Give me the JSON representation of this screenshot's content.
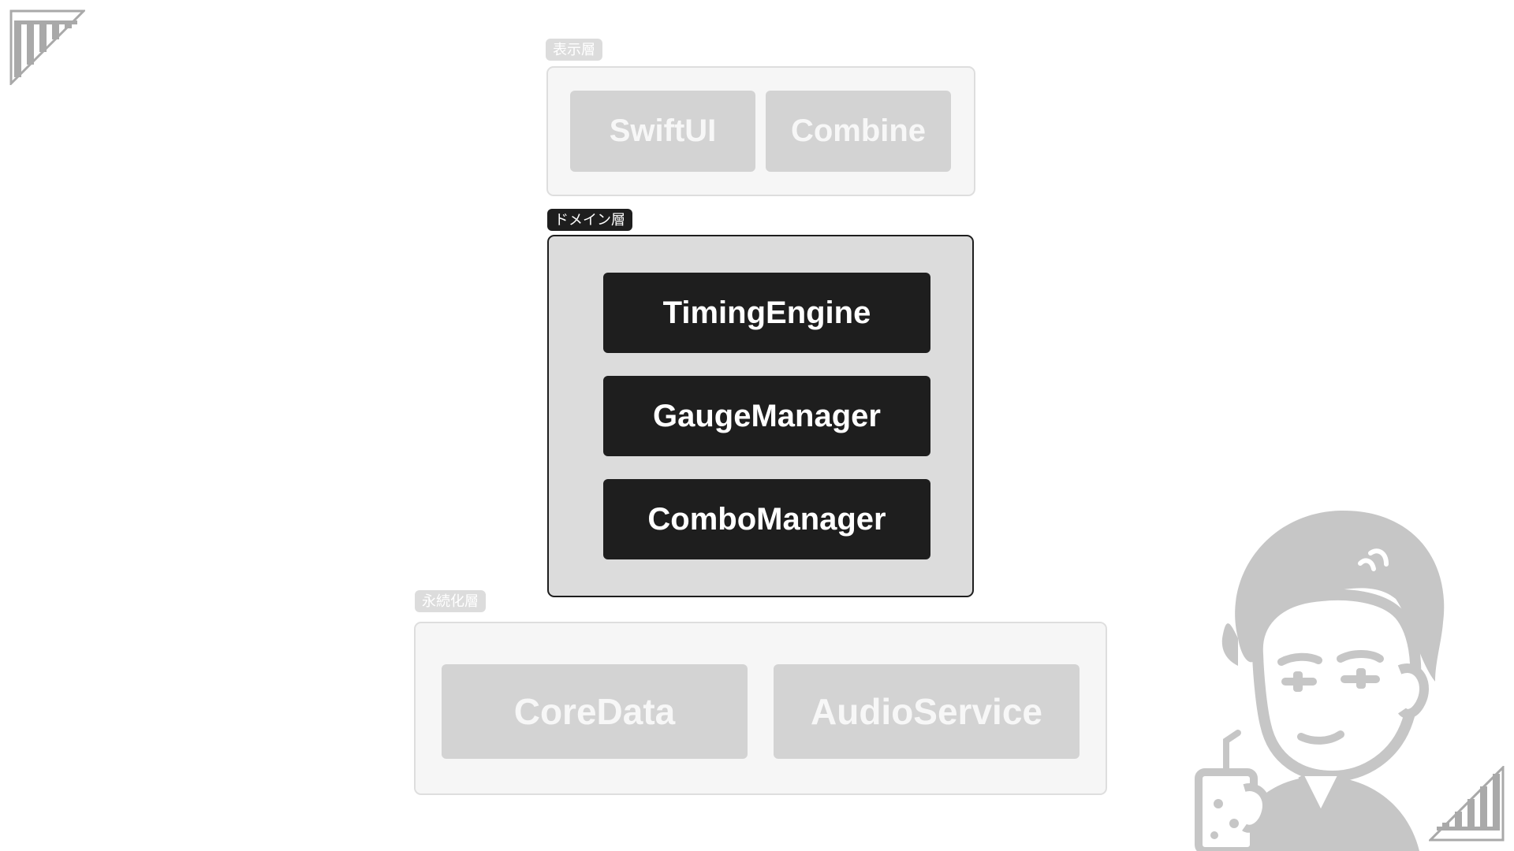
{
  "layers": {
    "presentation": {
      "label": "表示層",
      "components": [
        "SwiftUI",
        "Combine"
      ]
    },
    "domain": {
      "label": "ドメイン層",
      "components": [
        "TimingEngine",
        "GaugeManager",
        "ComboManager"
      ]
    },
    "persistence": {
      "label": "永続化層",
      "components": [
        "CoreData",
        "AudioService"
      ]
    }
  },
  "colors": {
    "highlight": "#1e1e1e",
    "muted_fill": "#d3d3d3",
    "panel_bg": "#f6f6f6",
    "active_panel_bg": "#dcdcdc"
  },
  "icons": {
    "top_left": "brand-mark-icon",
    "bottom_right": "brand-mark-icon",
    "illustration": "presenter-avatar"
  }
}
